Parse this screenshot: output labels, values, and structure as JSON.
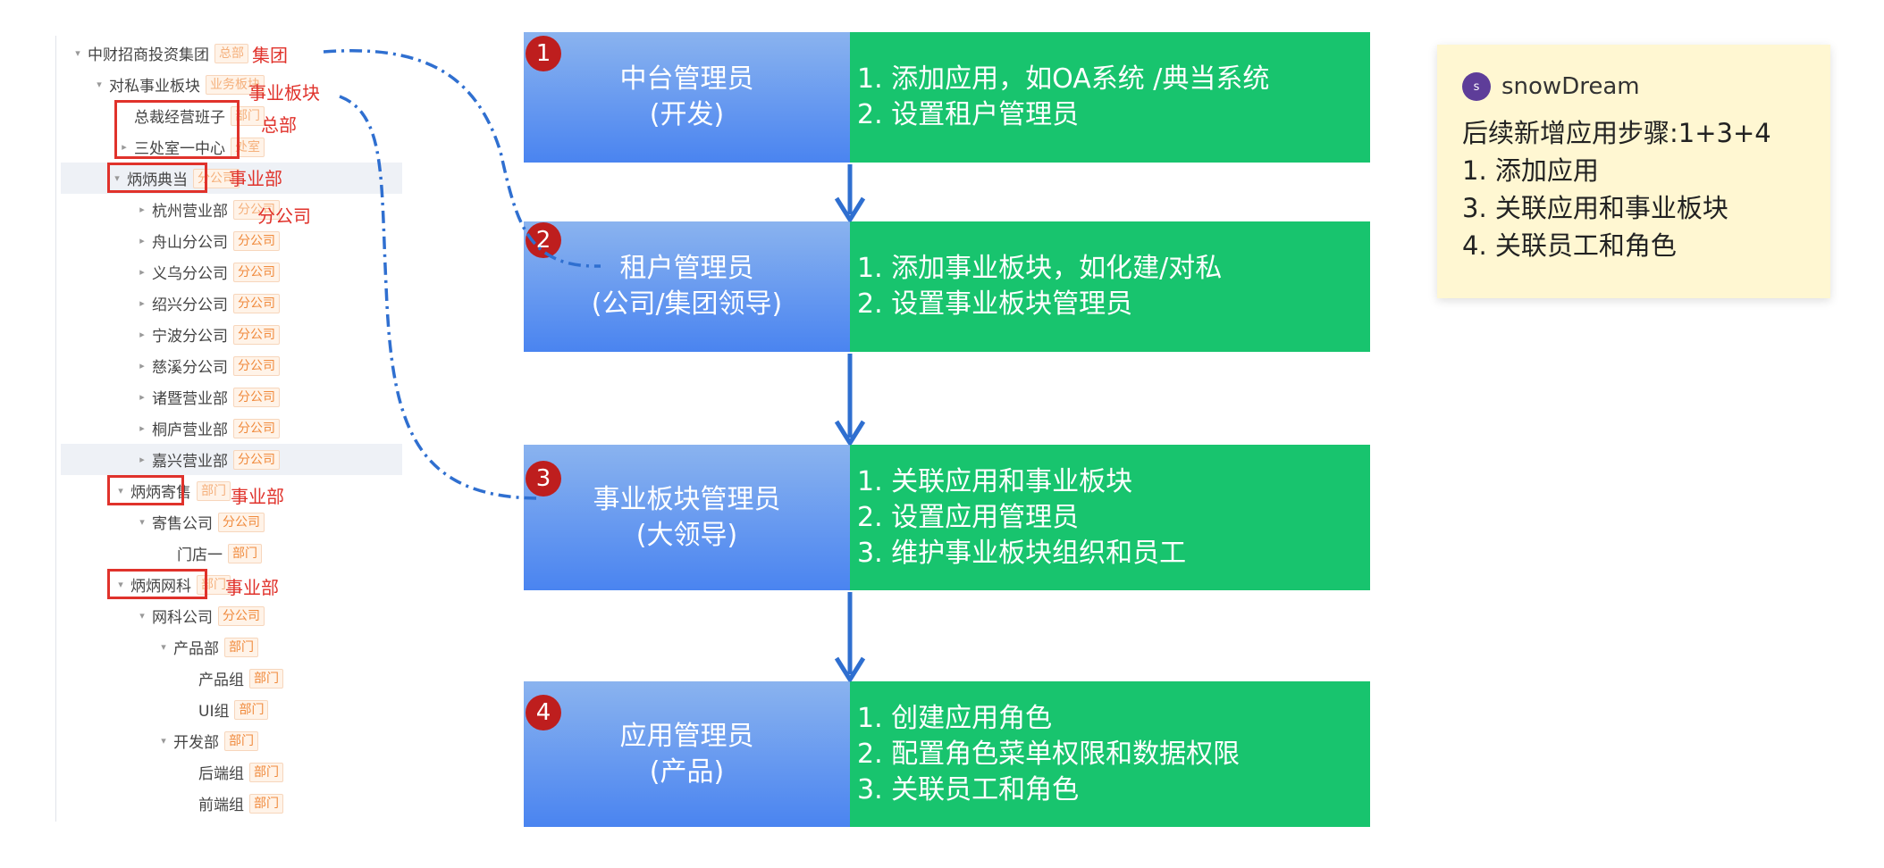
{
  "tree": {
    "items": [
      {
        "name": "中财招商投资集团",
        "badge": "总部",
        "toggle": "▾"
      },
      {
        "name": "对私事业板块",
        "badge": "业务板块",
        "toggle": "▾"
      },
      {
        "name": "总裁经营班子",
        "badge": "部门",
        "toggle": ""
      },
      {
        "name": "三处室一中心",
        "badge": "处室",
        "toggle": "▸"
      },
      {
        "name": "炳炳典当",
        "badge": "分公司",
        "toggle": "▾"
      },
      {
        "name": "杭州营业部",
        "badge": "分公司",
        "toggle": "▸"
      },
      {
        "name": "舟山分公司",
        "badge": "分公司",
        "toggle": "▸"
      },
      {
        "name": "义乌分公司",
        "badge": "分公司",
        "toggle": "▸"
      },
      {
        "name": "绍兴分公司",
        "badge": "分公司",
        "toggle": "▸"
      },
      {
        "name": "宁波分公司",
        "badge": "分公司",
        "toggle": "▸"
      },
      {
        "name": "慈溪分公司",
        "badge": "分公司",
        "toggle": "▸"
      },
      {
        "name": "诸暨营业部",
        "badge": "分公司",
        "toggle": "▸"
      },
      {
        "name": "桐庐营业部",
        "badge": "分公司",
        "toggle": "▸"
      },
      {
        "name": "嘉兴营业部",
        "badge": "分公司",
        "toggle": "▸"
      },
      {
        "name": "炳炳寄售",
        "badge": "部门",
        "toggle": "▾"
      },
      {
        "name": "寄售公司",
        "badge": "分公司",
        "toggle": "▾"
      },
      {
        "name": "门店一",
        "badge": "部门",
        "toggle": ""
      },
      {
        "name": "炳炳网科",
        "badge": "部门",
        "toggle": "▾"
      },
      {
        "name": "网科公司",
        "badge": "分公司",
        "toggle": "▾"
      },
      {
        "name": "产品部",
        "badge": "部门",
        "toggle": "▾"
      },
      {
        "name": "产品组",
        "badge": "部门",
        "toggle": ""
      },
      {
        "name": "UI组",
        "badge": "部门",
        "toggle": ""
      },
      {
        "name": "开发部",
        "badge": "部门",
        "toggle": "▾"
      },
      {
        "name": "后端组",
        "badge": "部门",
        "toggle": ""
      },
      {
        "name": "前端组",
        "badge": "部门",
        "toggle": ""
      }
    ],
    "annotations": {
      "group": "集团",
      "business_segment": "事业板块",
      "headquarters": "总部",
      "division_1": "事业部",
      "branch": "分公司",
      "division_2": "事业部",
      "division_3": "事业部"
    }
  },
  "flow": {
    "steps": [
      {
        "number": "1",
        "role": "中台管理员",
        "role_sub": "(开发)",
        "tasks": [
          "1. 添加应用，如OA系统 /典当系统",
          "2. 设置租户管理员"
        ]
      },
      {
        "number": "2",
        "role": "租户管理员",
        "role_sub": "(公司/集团领导)",
        "tasks": [
          "1. 添加事业板块，如化建/对私",
          "2. 设置事业板块管理员"
        ]
      },
      {
        "number": "3",
        "role": "事业板块管理员",
        "role_sub": "(大领导)",
        "tasks": [
          "1. 关联应用和事业板块",
          "2. 设置应用管理员",
          "3. 维护事业板块组织和员工"
        ]
      },
      {
        "number": "4",
        "role": "应用管理员",
        "role_sub": "(产品)",
        "tasks": [
          "1. 创建应用角色",
          "2. 配置角色菜单权限和数据权限",
          "3. 关联员工和角色"
        ]
      }
    ]
  },
  "note": {
    "avatar_letter": "s",
    "author": "snowDream",
    "lines": [
      "后续新增应用步骤:1+3+4",
      "1. 添加应用",
      "3. 关联应用和事业板块",
      "4. 关联员工和角色"
    ]
  },
  "colors": {
    "role_fill": "#4a84f0",
    "task_fill": "#18c46e",
    "step_badge": "#be1e1e",
    "arrow": "#2f6fd0",
    "connector": "#2f6fd0",
    "annotation_red": "#e0322b",
    "note_bg": "#fff7d2"
  }
}
